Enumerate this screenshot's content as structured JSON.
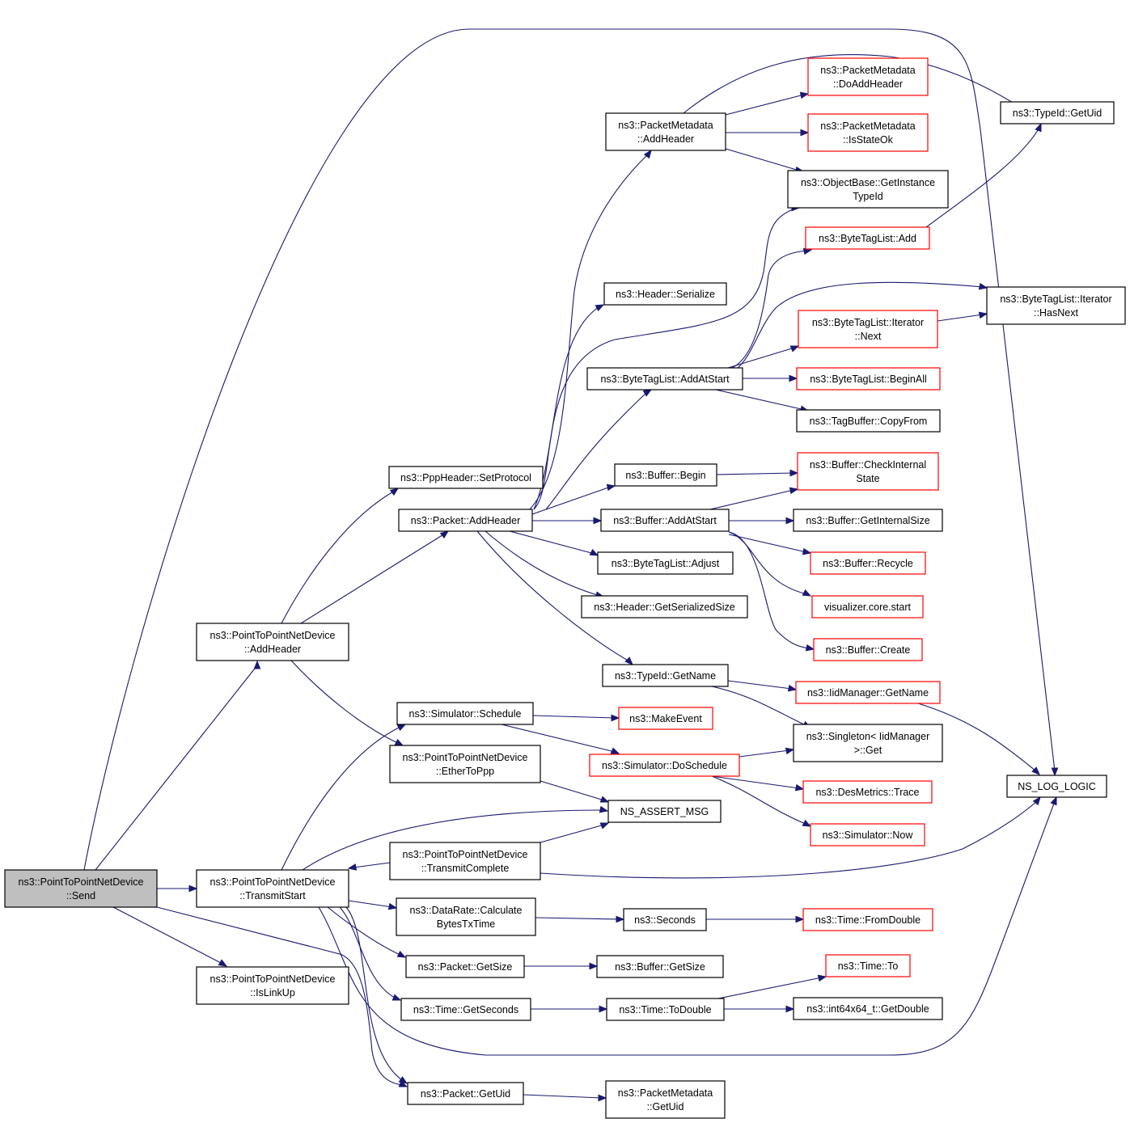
{
  "nodes": {
    "send": {
      "lines": [
        "ns3::PointToPointNetDevice",
        "::Send"
      ],
      "style": "root"
    },
    "addheader_p2p": {
      "lines": [
        "ns3::PointToPointNetDevice",
        "::AddHeader"
      ],
      "style": "normal"
    },
    "transmitstart": {
      "lines": [
        "ns3::PointToPointNetDevice",
        "::TransmitStart"
      ],
      "style": "normal"
    },
    "islinkup": {
      "lines": [
        "ns3::PointToPointNetDevice",
        "::IsLinkUp"
      ],
      "style": "normal"
    },
    "ppp_setprotocol": {
      "lines": [
        "ns3::PppHeader::SetProtocol"
      ],
      "style": "normal"
    },
    "packet_addheader": {
      "lines": [
        "ns3::Packet::AddHeader"
      ],
      "style": "normal"
    },
    "sim_schedule": {
      "lines": [
        "ns3::Simulator::Schedule"
      ],
      "style": "normal"
    },
    "ethertoppp": {
      "lines": [
        "ns3::PointToPointNetDevice",
        "::EtherToPpp"
      ],
      "style": "normal"
    },
    "transmitcomplete": {
      "lines": [
        "ns3::PointToPointNetDevice",
        "::TransmitComplete"
      ],
      "style": "normal"
    },
    "datarate_calc": {
      "lines": [
        "ns3::DataRate::Calculate",
        "BytesTxTime"
      ],
      "style": "normal"
    },
    "packet_getsize": {
      "lines": [
        "ns3::Packet::GetSize"
      ],
      "style": "normal"
    },
    "time_getseconds": {
      "lines": [
        "ns3::Time::GetSeconds"
      ],
      "style": "normal"
    },
    "packet_getuid": {
      "lines": [
        "ns3::Packet::GetUid"
      ],
      "style": "normal"
    },
    "pm_addheader": {
      "lines": [
        "ns3::PacketMetadata",
        "::AddHeader"
      ],
      "style": "normal"
    },
    "header_serialize": {
      "lines": [
        "ns3::Header::Serialize"
      ],
      "style": "normal"
    },
    "btl_addatstart": {
      "lines": [
        "ns3::ByteTagList::AddAtStart"
      ],
      "style": "normal"
    },
    "buffer_begin": {
      "lines": [
        "ns3::Buffer::Begin"
      ],
      "style": "normal"
    },
    "buffer_addatstart": {
      "lines": [
        "ns3::Buffer::AddAtStart"
      ],
      "style": "normal"
    },
    "btl_adjust": {
      "lines": [
        "ns3::ByteTagList::Adjust"
      ],
      "style": "normal"
    },
    "header_getsersize": {
      "lines": [
        "ns3::Header::GetSerializedSize"
      ],
      "style": "normal"
    },
    "typeid_getname": {
      "lines": [
        "ns3::TypeId::GetName"
      ],
      "style": "normal"
    },
    "makeevent": {
      "lines": [
        "ns3::MakeEvent"
      ],
      "style": "red"
    },
    "sim_doschedule": {
      "lines": [
        "ns3::Simulator::DoSchedule"
      ],
      "style": "red"
    },
    "ns_assert_msg": {
      "lines": [
        "NS_ASSERT_MSG"
      ],
      "style": "normal"
    },
    "seconds": {
      "lines": [
        "ns3::Seconds"
      ],
      "style": "normal"
    },
    "buffer_getsize": {
      "lines": [
        "ns3::Buffer::GetSize"
      ],
      "style": "normal"
    },
    "time_todouble": {
      "lines": [
        "ns3::Time::ToDouble"
      ],
      "style": "normal"
    },
    "pm_getuid": {
      "lines": [
        "ns3::PacketMetadata",
        "::GetUid"
      ],
      "style": "normal"
    },
    "pm_doaddheader": {
      "lines": [
        "ns3::PacketMetadata",
        "::DoAddHeader"
      ],
      "style": "red"
    },
    "pm_isstateok": {
      "lines": [
        "ns3::PacketMetadata",
        "::IsStateOk"
      ],
      "style": "red"
    },
    "objbase_getinstance": {
      "lines": [
        "ns3::ObjectBase::GetInstance",
        "TypeId"
      ],
      "style": "normal"
    },
    "btl_add": {
      "lines": [
        "ns3::ByteTagList::Add"
      ],
      "style": "red"
    },
    "btl_iter_next": {
      "lines": [
        "ns3::ByteTagList::Iterator",
        "::Next"
      ],
      "style": "red"
    },
    "btl_beginall": {
      "lines": [
        "ns3::ByteTagList::BeginAll"
      ],
      "style": "red"
    },
    "tagbuffer_copyfrom": {
      "lines": [
        "ns3::TagBuffer::CopyFrom"
      ],
      "style": "normal"
    },
    "buffer_checkinternal": {
      "lines": [
        "ns3::Buffer::CheckInternal",
        "State"
      ],
      "style": "red"
    },
    "buffer_getinternalsize": {
      "lines": [
        "ns3::Buffer::GetInternalSize"
      ],
      "style": "normal"
    },
    "buffer_recycle": {
      "lines": [
        "ns3::Buffer::Recycle"
      ],
      "style": "red"
    },
    "visualizer_start": {
      "lines": [
        "visualizer.core.start"
      ],
      "style": "red"
    },
    "buffer_create": {
      "lines": [
        "ns3::Buffer::Create"
      ],
      "style": "red"
    },
    "iidmanager_getname": {
      "lines": [
        "ns3::IidManager::GetName"
      ],
      "style": "red"
    },
    "singleton_get": {
      "lines": [
        "ns3::Singleton< IidManager",
        ">::Get"
      ],
      "style": "normal"
    },
    "desmetrics_trace": {
      "lines": [
        "ns3::DesMetrics::Trace"
      ],
      "style": "red"
    },
    "sim_now": {
      "lines": [
        "ns3::Simulator::Now"
      ],
      "style": "red"
    },
    "time_fromdouble": {
      "lines": [
        "ns3::Time::FromDouble"
      ],
      "style": "red"
    },
    "time_to": {
      "lines": [
        "ns3::Time::To"
      ],
      "style": "red"
    },
    "int64_getdouble": {
      "lines": [
        "ns3::int64x64_t::GetDouble"
      ],
      "style": "normal"
    },
    "typeid_getuid": {
      "lines": [
        "ns3::TypeId::GetUid"
      ],
      "style": "normal"
    },
    "btl_iter_hasnext": {
      "lines": [
        "ns3::ByteTagList::Iterator",
        "::HasNext"
      ],
      "style": "normal"
    },
    "ns_log_logic": {
      "lines": [
        "NS_LOG_LOGIC"
      ],
      "style": "normal"
    }
  },
  "edges": [
    [
      "send",
      "addheader_p2p"
    ],
    [
      "send",
      "transmitstart"
    ],
    [
      "send",
      "islinkup"
    ],
    [
      "send",
      "ns_log_logic"
    ],
    [
      "send",
      "packet_getuid"
    ],
    [
      "addheader_p2p",
      "ppp_setprotocol"
    ],
    [
      "addheader_p2p",
      "packet_addheader"
    ],
    [
      "addheader_p2p",
      "ethertoppp"
    ],
    [
      "transmitstart",
      "sim_schedule"
    ],
    [
      "transmitstart",
      "ns_assert_msg"
    ],
    [
      "transmitstart",
      "datarate_calc"
    ],
    [
      "transmitstart",
      "packet_getsize"
    ],
    [
      "transmitstart",
      "time_getseconds"
    ],
    [
      "transmitstart",
      "packet_getuid"
    ],
    [
      "transmitstart",
      "ns_log_logic"
    ],
    [
      "transmitcomplete",
      "transmitstart"
    ],
    [
      "transmitcomplete",
      "ns_assert_msg"
    ],
    [
      "transmitcomplete",
      "ns_log_logic"
    ],
    [
      "ethertoppp",
      "ns_assert_msg"
    ],
    [
      "packet_addheader",
      "pm_addheader"
    ],
    [
      "packet_addheader",
      "header_serialize"
    ],
    [
      "packet_addheader",
      "btl_addatstart"
    ],
    [
      "packet_addheader",
      "buffer_begin"
    ],
    [
      "packet_addheader",
      "buffer_addatstart"
    ],
    [
      "packet_addheader",
      "btl_adjust"
    ],
    [
      "packet_addheader",
      "header_getsersize"
    ],
    [
      "packet_addheader",
      "typeid_getname"
    ],
    [
      "packet_addheader",
      "objbase_getinstance"
    ],
    [
      "sim_schedule",
      "makeevent"
    ],
    [
      "sim_schedule",
      "sim_doschedule"
    ],
    [
      "sim_doschedule",
      "singleton_get"
    ],
    [
      "sim_doschedule",
      "desmetrics_trace"
    ],
    [
      "sim_doschedule",
      "sim_now"
    ],
    [
      "datarate_calc",
      "seconds"
    ],
    [
      "seconds",
      "time_fromdouble"
    ],
    [
      "packet_getsize",
      "buffer_getsize"
    ],
    [
      "time_getseconds",
      "time_todouble"
    ],
    [
      "time_todouble",
      "time_to"
    ],
    [
      "time_todouble",
      "int64_getdouble"
    ],
    [
      "packet_getuid",
      "pm_getuid"
    ],
    [
      "pm_addheader",
      "pm_doaddheader"
    ],
    [
      "pm_addheader",
      "pm_isstateok"
    ],
    [
      "pm_addheader",
      "objbase_getinstance"
    ],
    [
      "pm_addheader",
      "typeid_getuid"
    ],
    [
      "btl_addatstart",
      "btl_add"
    ],
    [
      "btl_addatstart",
      "btl_iter_next"
    ],
    [
      "btl_addatstart",
      "btl_beginall"
    ],
    [
      "btl_addatstart",
      "tagbuffer_copyfrom"
    ],
    [
      "btl_addatstart",
      "btl_iter_hasnext"
    ],
    [
      "btl_add",
      "typeid_getuid"
    ],
    [
      "btl_iter_next",
      "btl_iter_hasnext"
    ],
    [
      "buffer_begin",
      "buffer_checkinternal"
    ],
    [
      "buffer_addatstart",
      "buffer_checkinternal"
    ],
    [
      "buffer_addatstart",
      "buffer_getinternalsize"
    ],
    [
      "buffer_addatstart",
      "buffer_recycle"
    ],
    [
      "buffer_addatstart",
      "visualizer_start"
    ],
    [
      "buffer_addatstart",
      "buffer_create"
    ],
    [
      "typeid_getname",
      "iidmanager_getname"
    ],
    [
      "typeid_getname",
      "singleton_get"
    ],
    [
      "iidmanager_getname",
      "ns_log_logic"
    ]
  ],
  "colors": {
    "edge": "#191970",
    "root_fill": "#bfbfbf",
    "red_border": "#ff0000",
    "normal_border": "#000000"
  }
}
